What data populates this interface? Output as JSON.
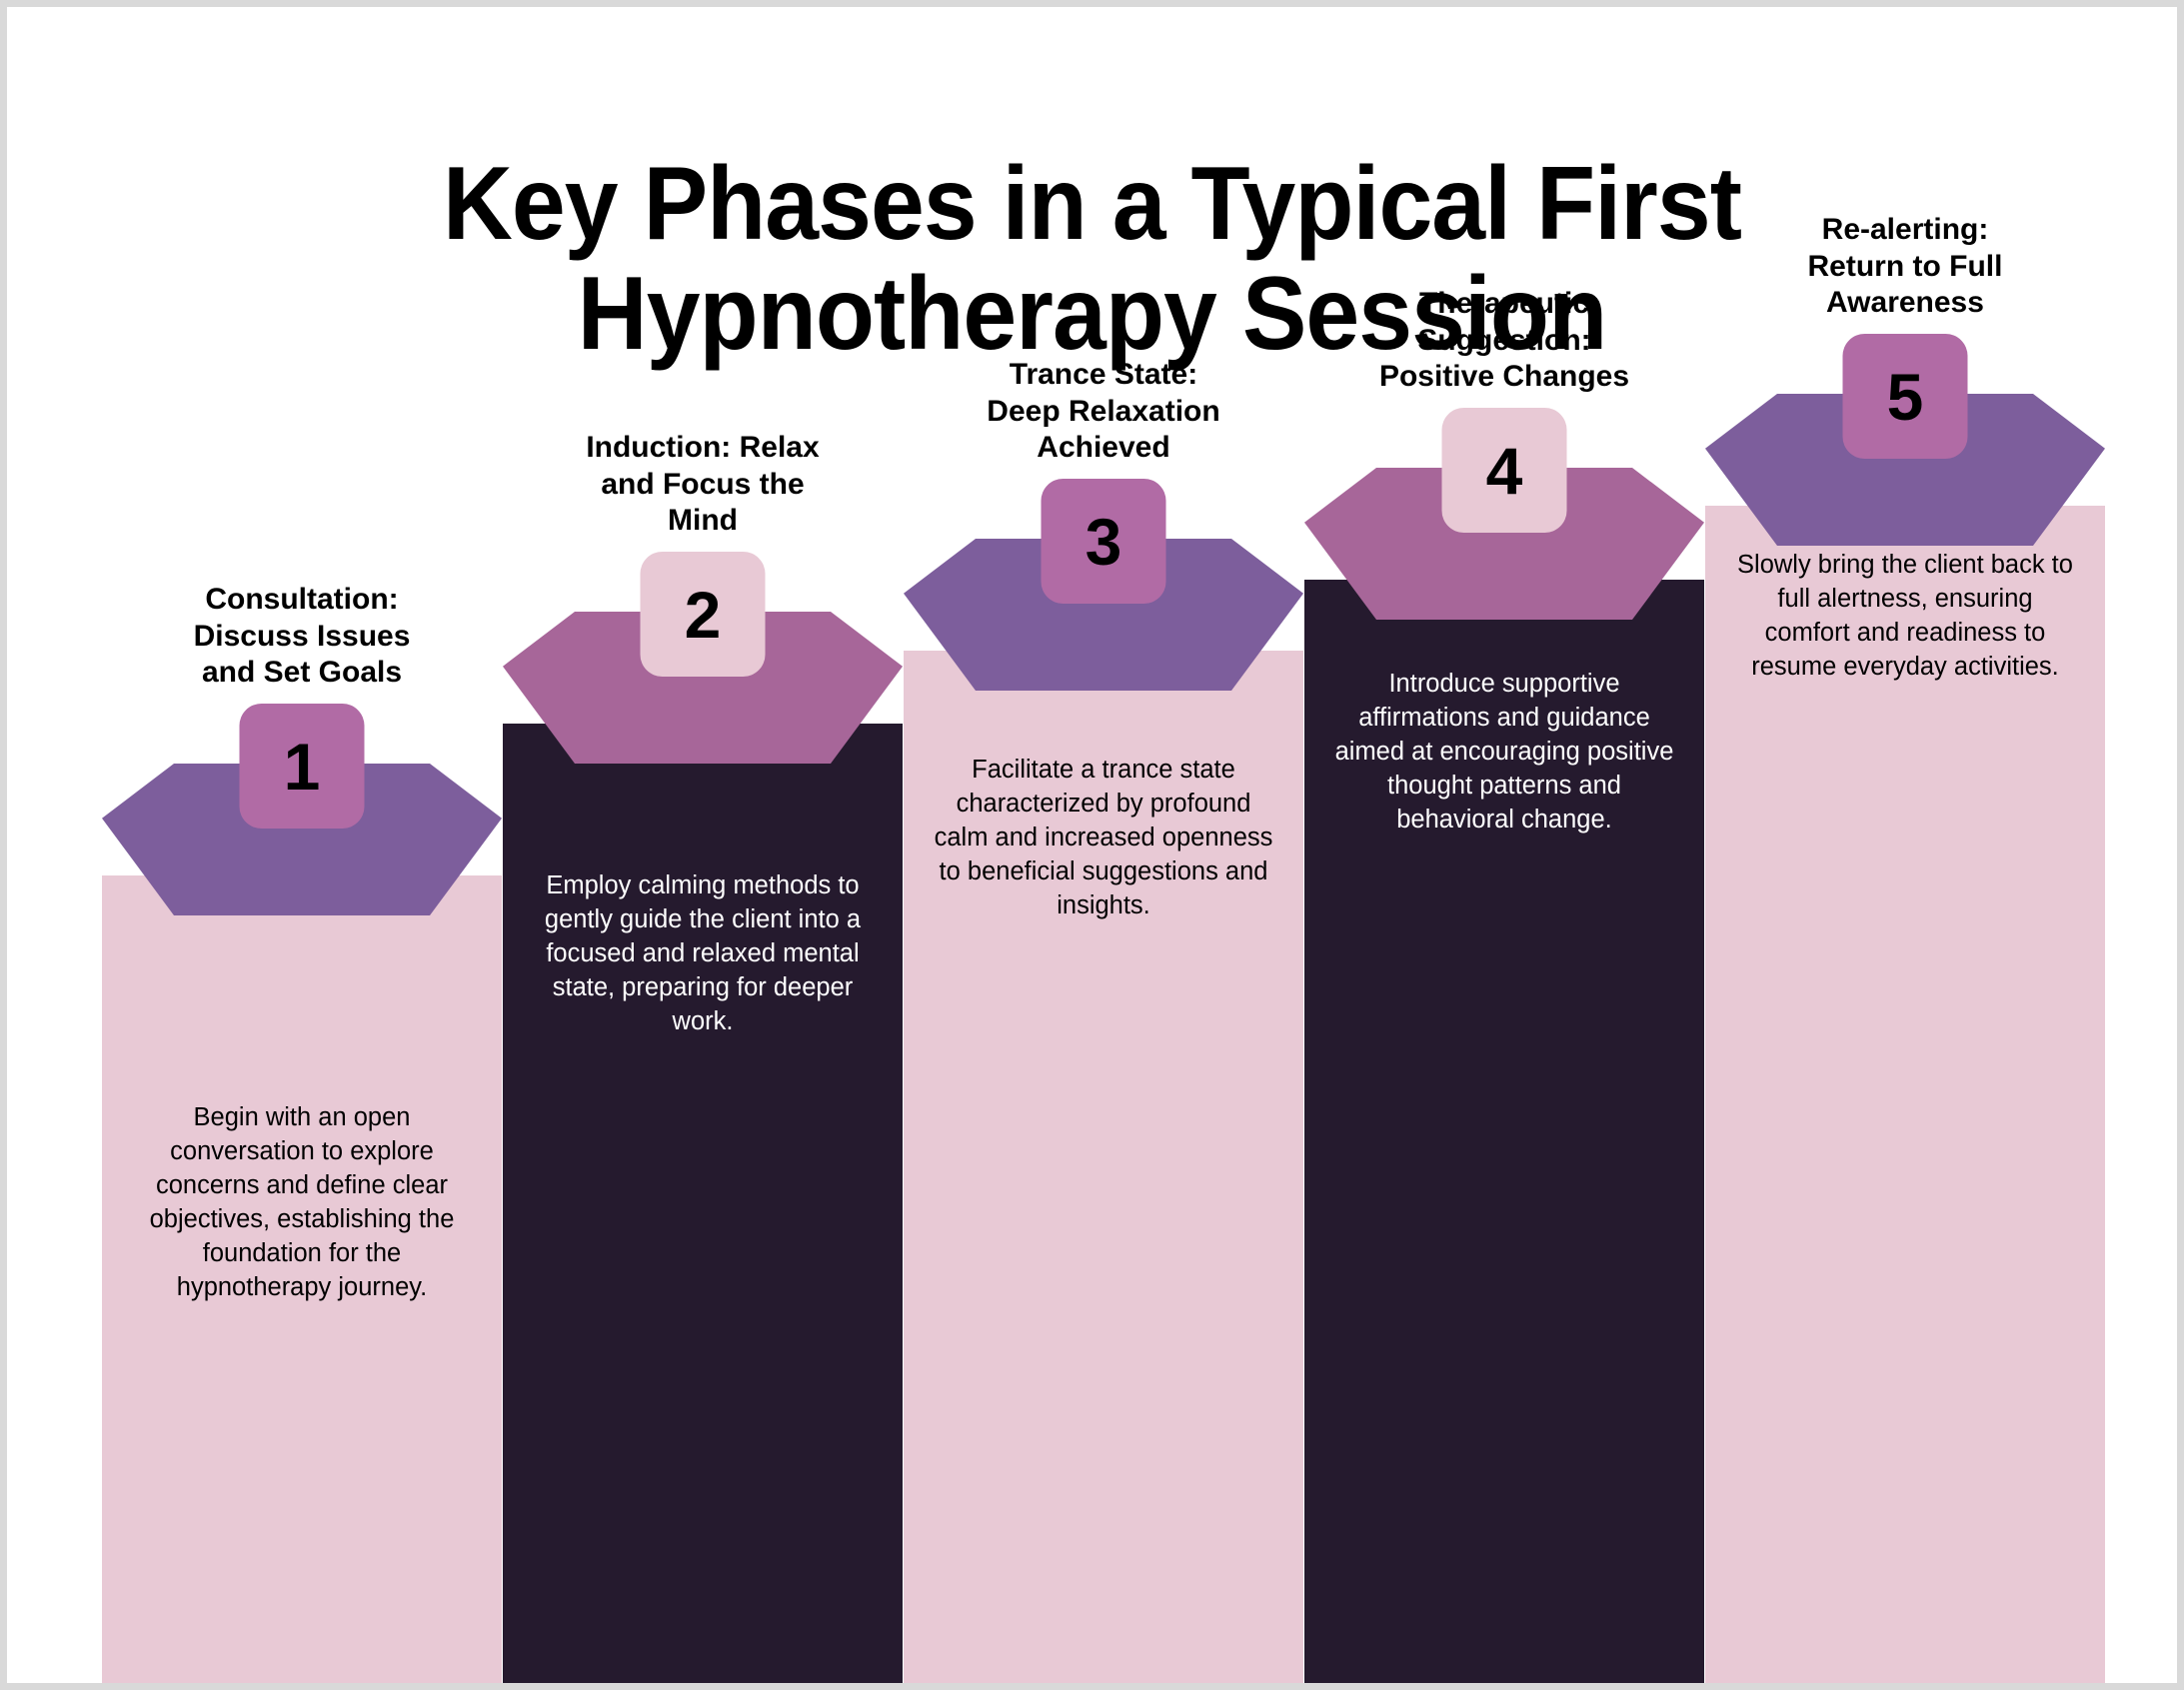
{
  "title": "Key Phases in a Typical First\nHypnotherapy Session",
  "palette": {
    "canvas": "#ffffff",
    "page_border": "#d9d9d9",
    "pink_body": "#e8c9d5",
    "dark_body": "#251a2e",
    "purple_cap": "#7d5e9c",
    "mauve_cap": "#a76699",
    "badge_mauve": "#b16ba5",
    "badge_pink": "#e8c9d5",
    "text_dark": "#000000",
    "text_light": "#ffffff"
  },
  "steps": [
    {
      "number": "1",
      "heading": "Consultation:\nDiscuss Issues\nand Set Goals",
      "body": "Begin with an open conversation to explore concerns and define clear objectives, establishing the foundation for the hypnotherapy journey.",
      "body_fill": "#e8c9d5",
      "cap_fill": "#7d5e9c",
      "badge_fill": "#b16ba5",
      "body_text_color": "#000000"
    },
    {
      "number": "2",
      "heading": "Induction: Relax\nand Focus the\nMind",
      "body": "Employ calming methods to gently guide the client into a focused and relaxed mental state, preparing for deeper work.",
      "body_fill": "#251a2e",
      "cap_fill": "#a76699",
      "badge_fill": "#e8c9d5",
      "body_text_color": "#ffffff"
    },
    {
      "number": "3",
      "heading": "Trance State:\nDeep Relaxation\nAchieved",
      "body": "Facilitate a trance state characterized by profound calm and increased openness to beneficial suggestions and insights.",
      "body_fill": "#e8c9d5",
      "cap_fill": "#7d5e9c",
      "badge_fill": "#b16ba5",
      "body_text_color": "#000000"
    },
    {
      "number": "4",
      "heading": "Therapeutic\nSuggestion:\nPositive Changes",
      "body": "Introduce supportive affirmations and guidance aimed at encouraging positive thought patterns and behavioral change.",
      "body_fill": "#251a2e",
      "cap_fill": "#a76699",
      "badge_fill": "#e8c9d5",
      "body_text_color": "#ffffff"
    },
    {
      "number": "5",
      "heading": "Re-alerting:\nReturn to Full\nAwareness",
      "body": "Slowly bring the client back to full alertness, ensuring comfort and readiness to resume everyday activities.",
      "body_fill": "#e8c9d5",
      "cap_fill": "#7d5e9c",
      "badge_fill": "#b16ba5",
      "body_text_color": "#000000"
    }
  ]
}
